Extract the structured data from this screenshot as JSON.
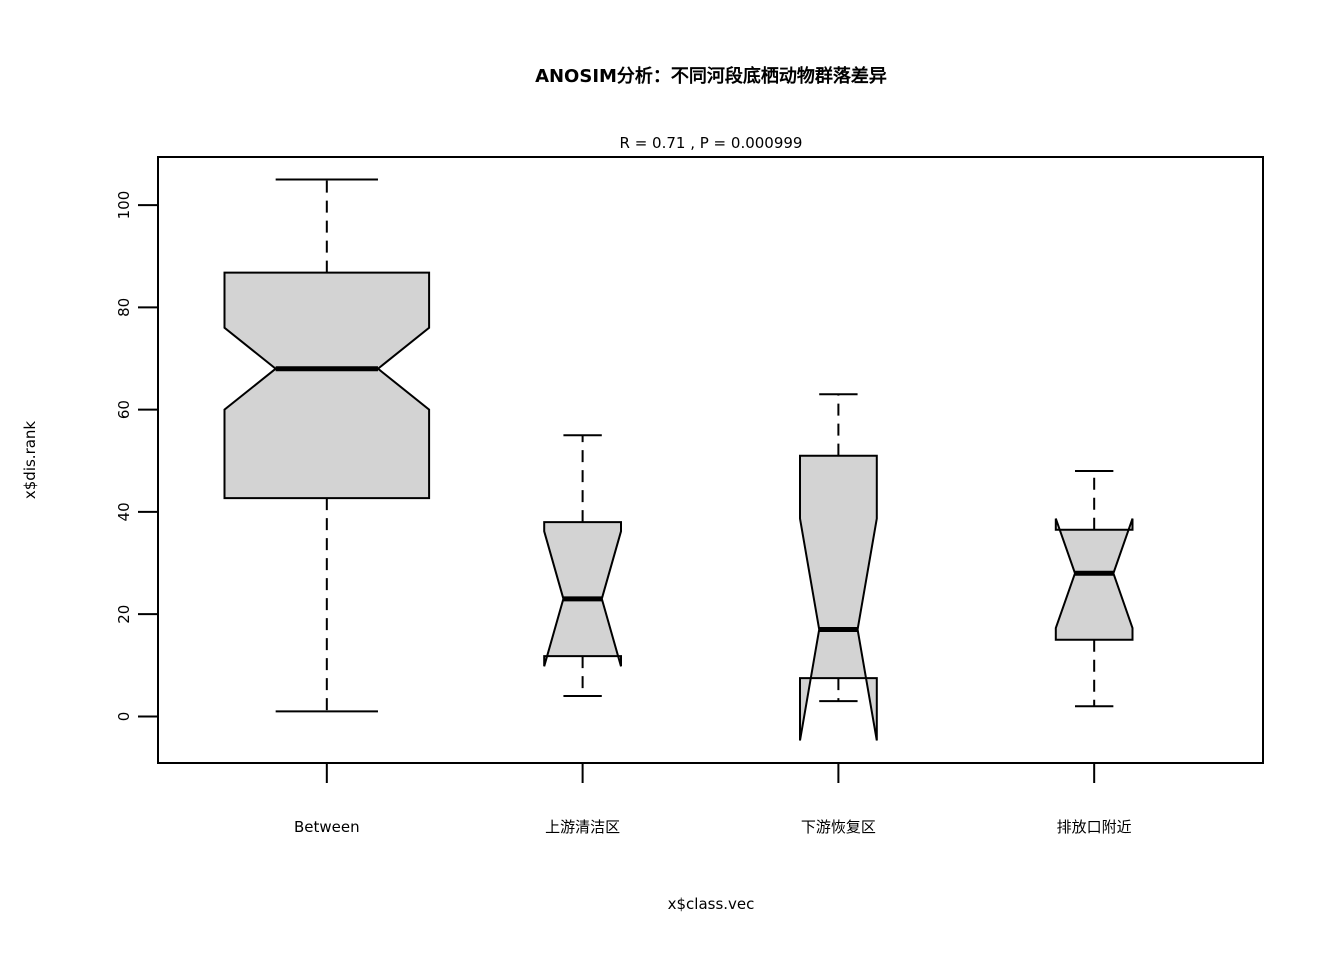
{
  "figure": {
    "background": "#ffffff"
  },
  "chart_data": {
    "type": "boxplot",
    "title": "ANOSIM分析：不同河段底栖动物群落差异",
    "subtitle": "R = 0.71 , P = 0.000999",
    "stats": {
      "anosim_R": 0.71,
      "p_value": 0.000999
    },
    "xlabel": "x$class.vec",
    "ylabel": "x$dis.rank",
    "categories": [
      "Between",
      "上游清洁区",
      "下游恢复区",
      "排放口附近"
    ],
    "yticks": [
      0,
      20,
      40,
      60,
      80,
      100
    ],
    "ylim": [
      -9.1,
      109.4
    ],
    "notched": true,
    "notch_width_frac": 0.5,
    "grid": false,
    "legend": "none",
    "box_fill": "#d3d3d3",
    "line_color": "#000000",
    "whisker_style": "dashed",
    "boxes": [
      {
        "category": "Between",
        "whisker_low": 1,
        "q1": 42.7,
        "median": 68,
        "q3": 86.8,
        "whisker_high": 105,
        "notch_low": 60.0,
        "notch_high": 76.0,
        "width": 0.8
      },
      {
        "category": "上游清洁区",
        "whisker_low": 4,
        "q1": 11.8,
        "median": 23,
        "q3": 38.0,
        "whisker_high": 55,
        "notch_low": 9.8,
        "notch_high": 36.2,
        "width": 0.3
      },
      {
        "category": "下游恢复区",
        "whisker_low": 3,
        "q1": 7.5,
        "median": 17,
        "q3": 51.0,
        "whisker_high": 63,
        "notch_low": -4.7,
        "notch_high": 38.7,
        "width": 0.3
      },
      {
        "category": "排放口附近",
        "whisker_low": 2,
        "q1": 15.0,
        "median": 28,
        "q3": 36.5,
        "whisker_high": 48,
        "notch_low": 17.3,
        "notch_high": 38.7,
        "width": 0.3
      }
    ]
  }
}
